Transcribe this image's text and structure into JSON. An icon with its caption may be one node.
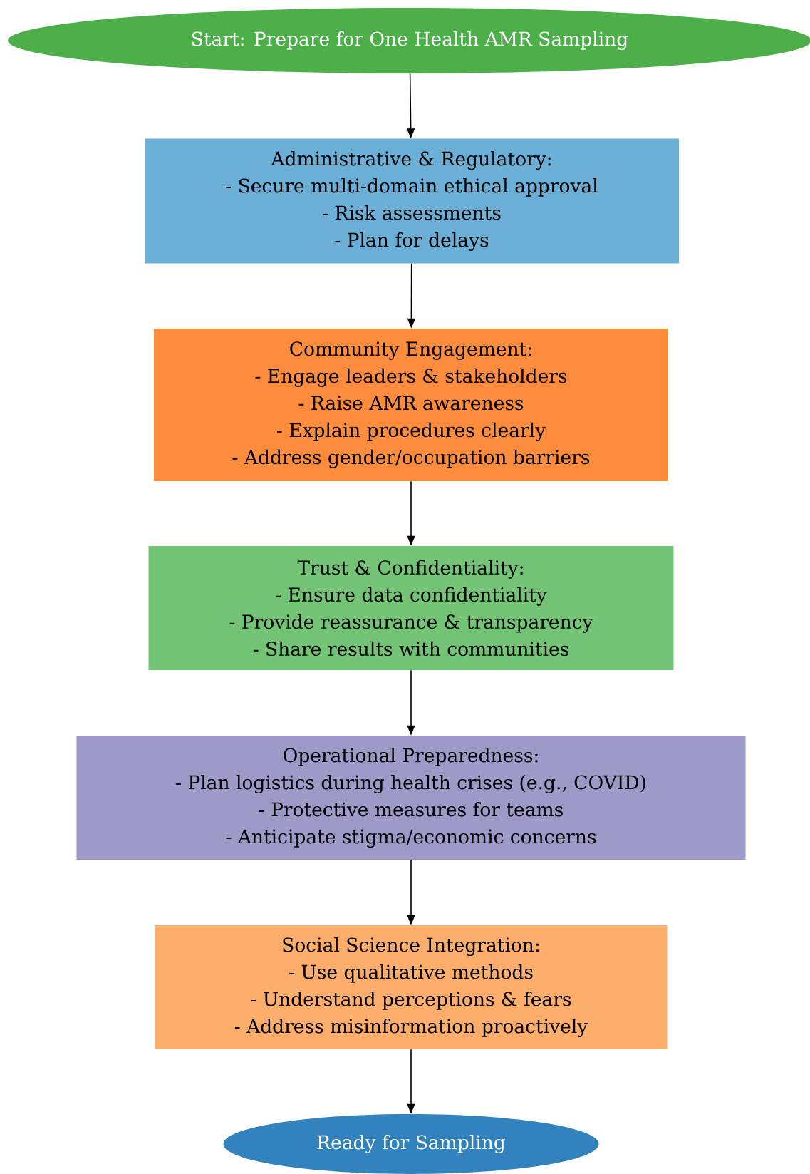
{
  "diagram": {
    "nodes": [
      {
        "text": [
          "Start: Prepare for One Health AMR Sampling"
        ]
      },
      {
        "text": [
          "Administrative & Regulatory:",
          "- Secure multi-domain ethical approval",
          "- Risk assessments",
          "- Plan for delays"
        ]
      },
      {
        "text": [
          "Community Engagement:",
          "- Engage leaders & stakeholders",
          "- Raise AMR awareness",
          "- Explain procedures clearly",
          "- Address gender/occupation barriers"
        ]
      },
      {
        "text": [
          "Trust & Confidentiality:",
          "- Ensure data confidentiality",
          "- Provide reassurance & transparency",
          "- Share results with communities"
        ]
      },
      {
        "text": [
          "Operational Preparedness:",
          "- Plan logistics during health crises (e.g., COVID)",
          "- Protective measures for teams",
          "- Anticipate stigma/economic concerns"
        ]
      },
      {
        "text": [
          "Social Science Integration:",
          "- Use qualitative methods",
          "- Understand perceptions & fears",
          "- Address misinformation proactively"
        ]
      },
      {
        "text": [
          "Ready for Sampling"
        ]
      }
    ],
    "edges": [
      {
        "from": 0,
        "to": 1,
        "arrow": "to"
      },
      {
        "from": 1,
        "to": 2,
        "arrow": "to"
      },
      {
        "from": 2,
        "to": 3,
        "arrow": "to"
      },
      {
        "from": 3,
        "to": 4,
        "arrow": "to"
      },
      {
        "from": 4,
        "to": 5,
        "arrow": "to"
      },
      {
        "from": 5,
        "to": 6,
        "arrow": "to"
      }
    ]
  }
}
